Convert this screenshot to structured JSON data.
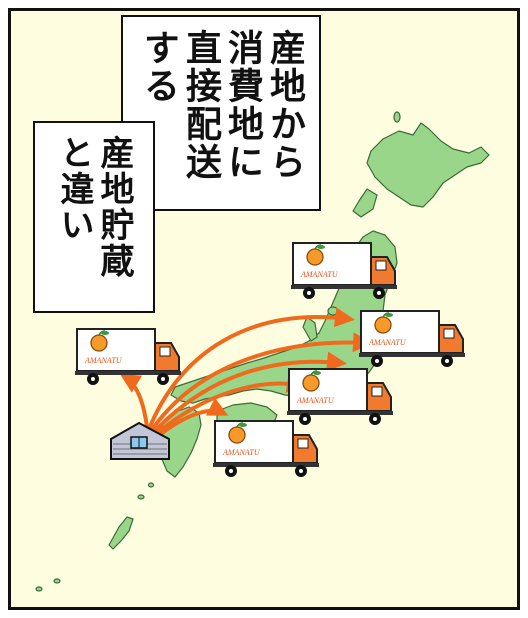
{
  "captions": {
    "main_lines": [
      "産地から",
      "消費地に",
      "直接配送",
      "する"
    ],
    "sub_lines": [
      "産地貯蔵",
      "と違い"
    ]
  },
  "truck": {
    "logo_text": "AMANATU"
  },
  "colors": {
    "panel_background": "#fffde0",
    "land": "#9ad68a",
    "land_outline": "#3a6b3a",
    "arrow": "#f06a1e",
    "truck_cab": "#f27a2e",
    "orange_fruit": "#f79a2a",
    "warehouse": "#c3c6d6"
  },
  "icons": [
    "map-japan",
    "warehouse-icon",
    "truck-icon",
    "orange-fruit-icon",
    "arrow-icon"
  ]
}
